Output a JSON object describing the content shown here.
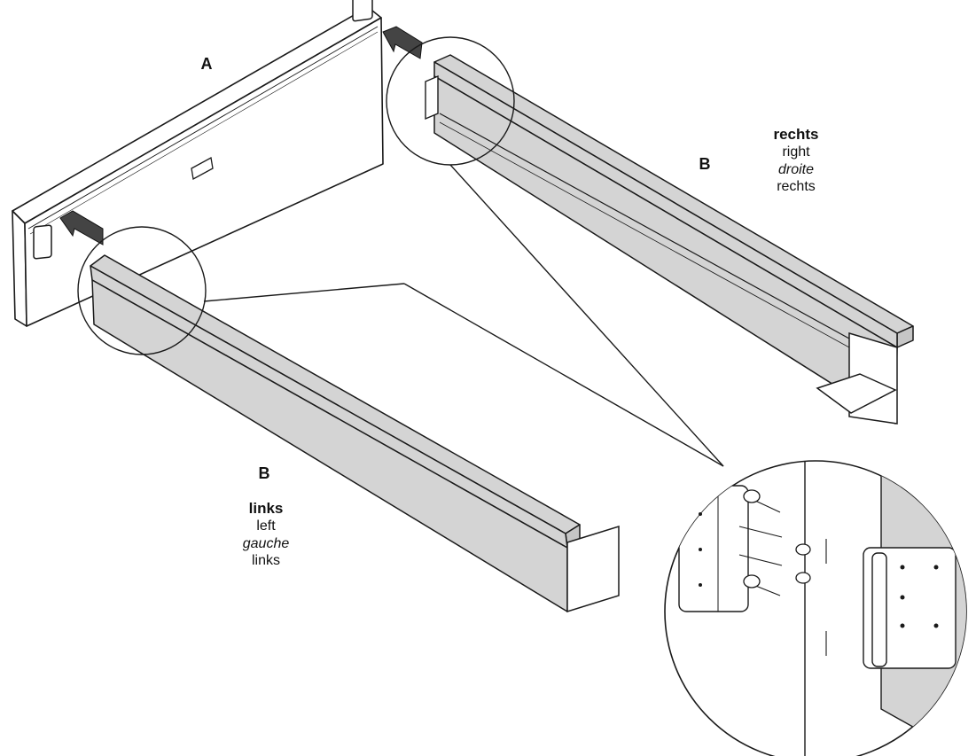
{
  "labels": {
    "part_a": "A",
    "right_part": "B",
    "left_part": "B",
    "right_side": [
      "rechts",
      "right",
      "droite",
      "rechts"
    ],
    "left_side": [
      "links",
      "left",
      "gauche",
      "links"
    ]
  },
  "colors": {
    "rail_fill": "#d4d4d4",
    "line": "#1a1a1a",
    "panel_fill": "#ffffff",
    "arrow_fill": "#444444"
  }
}
